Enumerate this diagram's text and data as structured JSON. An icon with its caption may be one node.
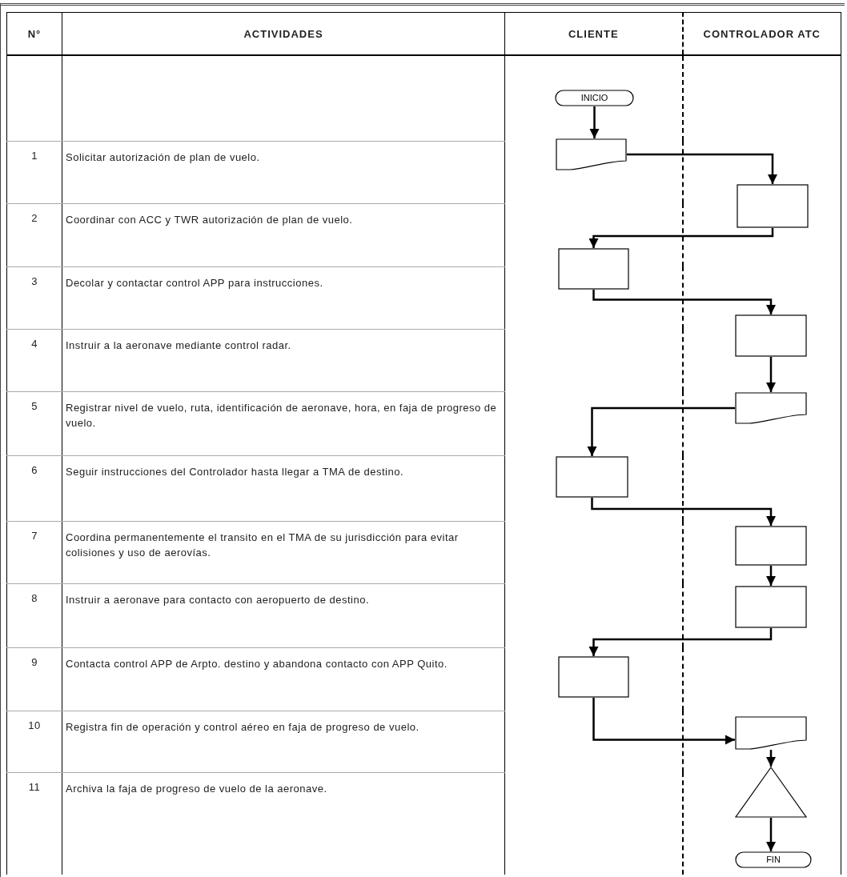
{
  "diagram": {
    "nodes": [
      {
        "text": [
          "INICIO"
        ]
      },
      {
        "text": [],
        "shape": "document"
      },
      {
        "text": [],
        "shape": "box"
      },
      {
        "text": [],
        "shape": "box"
      },
      {
        "text": [],
        "shape": "box"
      },
      {
        "text": [],
        "shape": "document"
      },
      {
        "text": [],
        "shape": "box"
      },
      {
        "text": [],
        "shape": "box"
      },
      {
        "text": [],
        "shape": "box"
      },
      {
        "text": [],
        "shape": "box"
      },
      {
        "text": [],
        "shape": "document"
      },
      {
        "text": [],
        "shape": "triangle"
      },
      {
        "text": [
          "FIN"
        ]
      }
    ],
    "edges": [
      {
        "from": 0,
        "to": 1,
        "arrow": "to"
      },
      {
        "from": 1,
        "to": 2,
        "arrow": "to"
      },
      {
        "from": 2,
        "to": 3,
        "arrow": "to"
      },
      {
        "from": 3,
        "to": 4,
        "arrow": "to"
      },
      {
        "from": 4,
        "to": 5,
        "arrow": "to"
      },
      {
        "from": 5,
        "to": 6,
        "arrow": "to"
      },
      {
        "from": 6,
        "to": 7,
        "arrow": "to"
      },
      {
        "from": 7,
        "to": 8,
        "arrow": "to"
      },
      {
        "from": 8,
        "to": 9,
        "arrow": "to"
      },
      {
        "from": 9,
        "to": 10,
        "arrow": "to"
      },
      {
        "from": 10,
        "to": 11,
        "arrow": "to"
      },
      {
        "from": 11,
        "to": 12,
        "arrow": "to"
      }
    ],
    "labels": [
      "N°",
      "ACTIVIDADES",
      "CLIENTE",
      "CONTROLADOR ATC",
      "1",
      "Solicitar autorización de plan de vuelo.",
      "2",
      "Coordinar con ACC y TWR autorización de plan de vuelo.",
      "3",
      "Decolar y contactar control APP para instrucciones.",
      "4",
      "Instruir a la aeronave mediante control radar.",
      "5",
      "Registrar nivel de vuelo, ruta, identificación de aeronave, hora, en faja de progreso de vuelo.",
      "6",
      "Seguir instrucciones del Controlador hasta llegar a TMA de destino.",
      "7",
      "Coordina permanentemente el transito en el TMA de su jurisdicción para evitar colisiones y uso de aerovías.",
      "8",
      "Instruir a aeronave para contacto con aeropuerto de destino.",
      "9",
      "Contacta control APP de Arpto. destino y abandona contacto con APP Quito.",
      "10",
      "Registra fin de operación y control aéreo en faja de progreso de vuelo.",
      "11",
      "Archiva la faja de progreso de vuelo de la aeronave."
    ]
  }
}
